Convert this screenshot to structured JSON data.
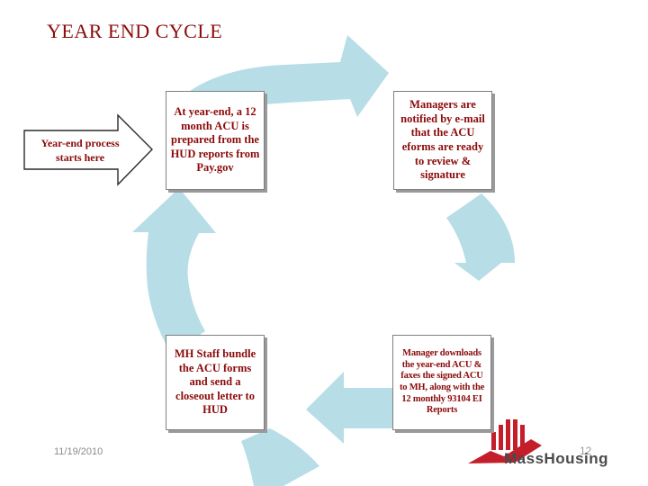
{
  "title": "YEAR END CYCLE",
  "start": {
    "text": "Year-end process starts here"
  },
  "steps": [
    {
      "text": "At year-end, a 12 month ACU is prepared from the HUD reports from Pay.gov"
    },
    {
      "text": "Managers are notified by e-mail that the ACU eforms are ready to review & signature"
    },
    {
      "text": "Manager downloads the year-end ACU & faxes the signed ACU to MH, along with the 12 monthly 93104 EI Reports"
    },
    {
      "text": "MH Staff bundle the ACU forms and send a closeout letter to HUD"
    }
  ],
  "footer": {
    "date": "11/19/2010",
    "page_number": "12"
  },
  "logo": {
    "text": "MassHousing"
  },
  "colors": {
    "title_text": "#8B0A0A",
    "box_text": "#8B0A0A",
    "cycle_arrow": "#B7DDE6",
    "start_arrow_fill": "#FFFFFF",
    "logo_red": "#C41E2A",
    "logo_gray": "#4A4A4A"
  }
}
